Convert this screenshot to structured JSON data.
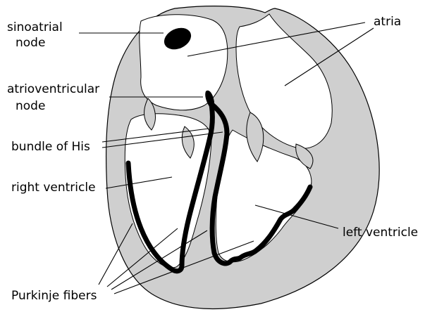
{
  "diagram": {
    "colors": {
      "tissue": "#cfcfcf",
      "chamber": "#ffffff",
      "outline": "#000000",
      "conduction": "#000000"
    },
    "labels": {
      "sinoatrial_line1": "sinoatrial",
      "sinoatrial_line2": "node",
      "atria": "atria",
      "av_line1": "atrioventricular",
      "av_line2": "node",
      "bundle_of_his": "bundle of His",
      "right_ventricle": "right ventricle",
      "left_ventricle": "left ventricle",
      "purkinje_fibers": "Purkinje fibers"
    }
  }
}
